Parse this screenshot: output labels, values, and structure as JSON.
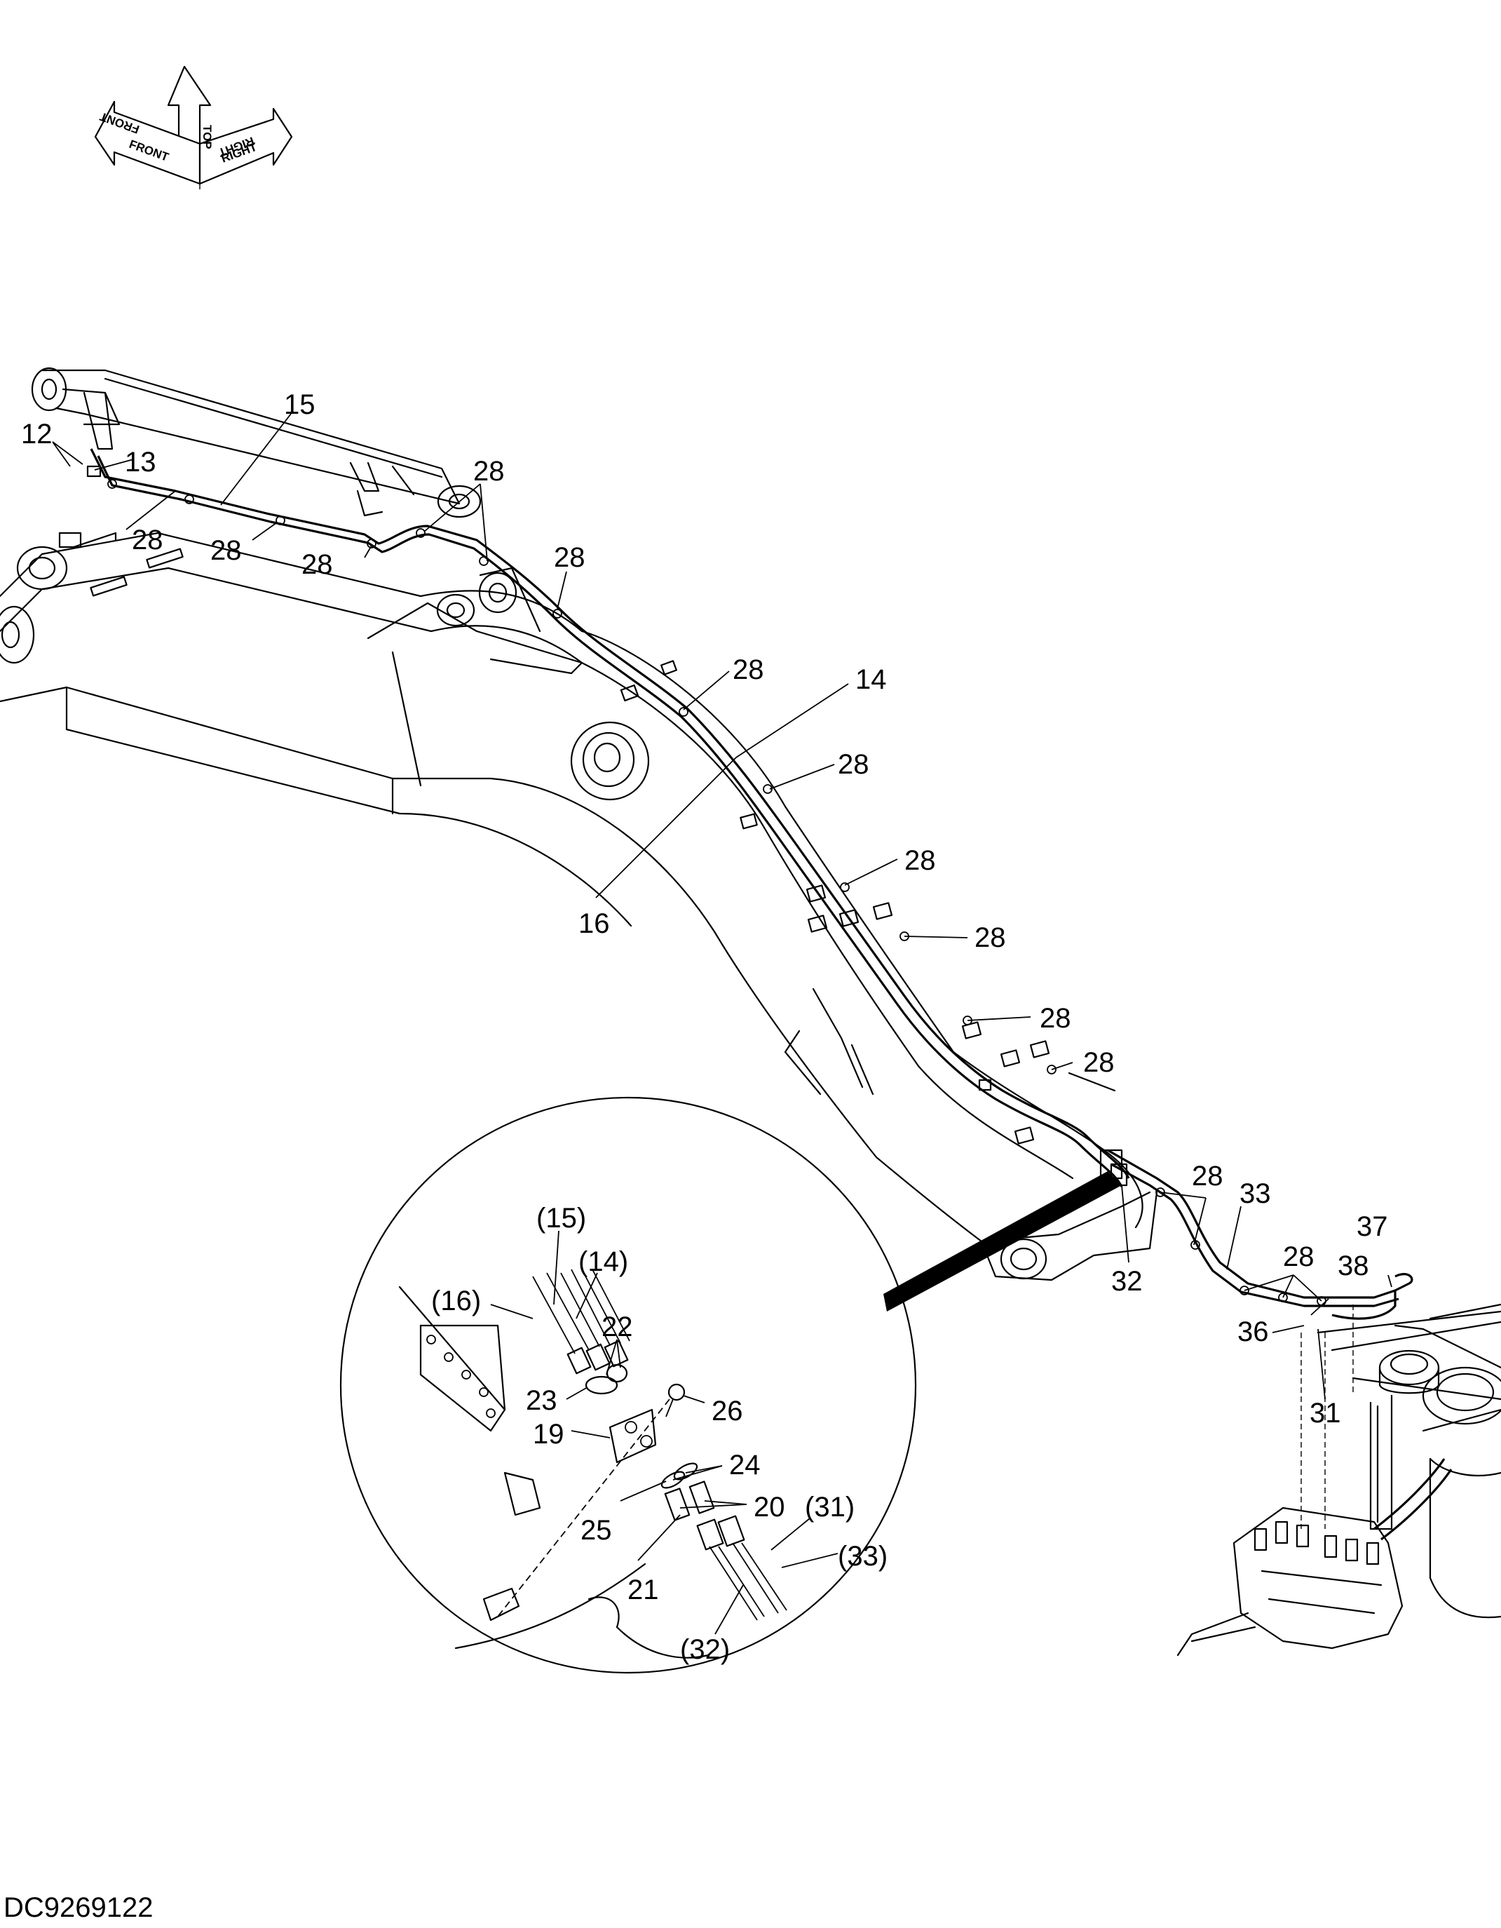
{
  "orientation": {
    "top": "TOP",
    "front": "FRONT",
    "right": "RIGHT"
  },
  "drawing_code": "DC9269122",
  "callouts": {
    "c12": "12",
    "c13": "13",
    "c15": "15",
    "c14": "14",
    "c16": "16",
    "c28": "28",
    "c32": "32",
    "c33": "33",
    "c31": "31",
    "c36": "36",
    "c37": "37",
    "c38": "38"
  },
  "detail_callouts": {
    "d15": "(15)",
    "d14": "(14)",
    "d16": "(16)",
    "d22": "22",
    "d23": "23",
    "d26": "26",
    "d19": "19",
    "d24": "24",
    "d20": "20",
    "d25": "25",
    "d21": "21",
    "d31": "(31)",
    "d33": "(33)",
    "d32": "(32)"
  }
}
